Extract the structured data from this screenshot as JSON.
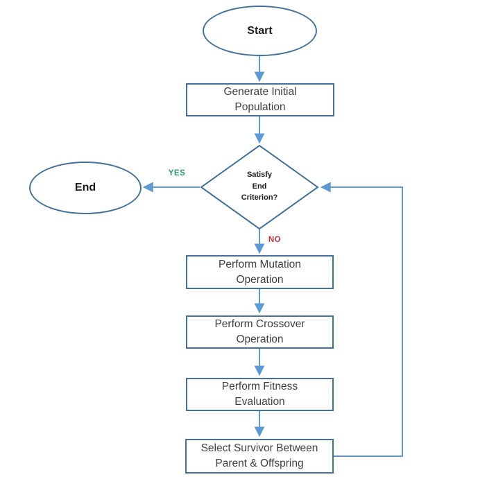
{
  "diagram": {
    "type": "flowchart",
    "nodes": {
      "start": {
        "shape": "ellipse",
        "label": "Start"
      },
      "generate": {
        "shape": "rect",
        "label": "Generate Initial\nPopulation"
      },
      "decision": {
        "shape": "diamond",
        "label": "Satisfy\nEnd\nCriterion?"
      },
      "end": {
        "shape": "ellipse",
        "label": "End"
      },
      "mutation": {
        "shape": "rect",
        "label": "Perform Mutation\nOperation"
      },
      "crossover": {
        "shape": "rect",
        "label": "Perform Crossover\nOperation"
      },
      "fitness": {
        "shape": "rect",
        "label": "Perform Fitness\nEvaluation"
      },
      "select": {
        "shape": "rect",
        "label": "Select Survivor Between\nParent & Offspring"
      }
    },
    "edges": [
      {
        "from": "start",
        "to": "generate",
        "label": ""
      },
      {
        "from": "generate",
        "to": "decision",
        "label": ""
      },
      {
        "from": "decision",
        "to": "end",
        "label": "YES"
      },
      {
        "from": "decision",
        "to": "mutation",
        "label": "NO"
      },
      {
        "from": "mutation",
        "to": "crossover",
        "label": ""
      },
      {
        "from": "crossover",
        "to": "fitness",
        "label": ""
      },
      {
        "from": "fitness",
        "to": "select",
        "label": ""
      },
      {
        "from": "select",
        "to": "decision",
        "label": ""
      }
    ]
  },
  "colors": {
    "background": "#ffffff",
    "shape_border": "#41719C",
    "connector": "#5B9BD5",
    "box_text": "#404040",
    "bold_text": "#1a1a1a",
    "yes_green": "#27A06A",
    "no_red": "#C0353B"
  }
}
